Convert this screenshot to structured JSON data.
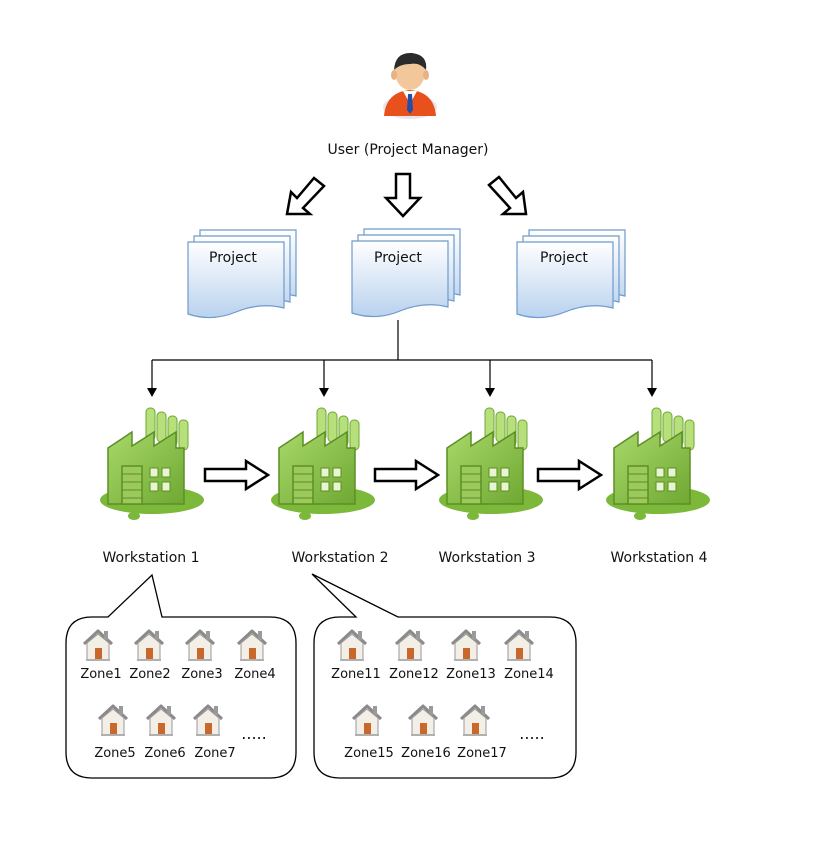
{
  "user": {
    "label": "User (Project Manager)"
  },
  "projects": [
    {
      "label": "Project"
    },
    {
      "label": "Project"
    },
    {
      "label": "Project"
    }
  ],
  "workstations": [
    {
      "label": "Workstation 1"
    },
    {
      "label": "Workstation 2"
    },
    {
      "label": "Workstation 3"
    },
    {
      "label": "Workstation 4"
    }
  ],
  "zone_groups": [
    {
      "zones": [
        "Zone1",
        "Zone2",
        "Zone3",
        "Zone4",
        "Zone5",
        "Zone6",
        "Zone7"
      ],
      "more": "....."
    },
    {
      "zones": [
        "Zone11",
        "Zone12",
        "Zone13",
        "Zone14",
        "Zone15",
        "Zone16",
        "Zone17"
      ],
      "more": "....."
    }
  ],
  "colors": {
    "factory_green": "#8bc34a",
    "factory_dark": "#5c8f24",
    "document_blue": "#cfe0f3",
    "user_shirt": "#e8501c"
  }
}
